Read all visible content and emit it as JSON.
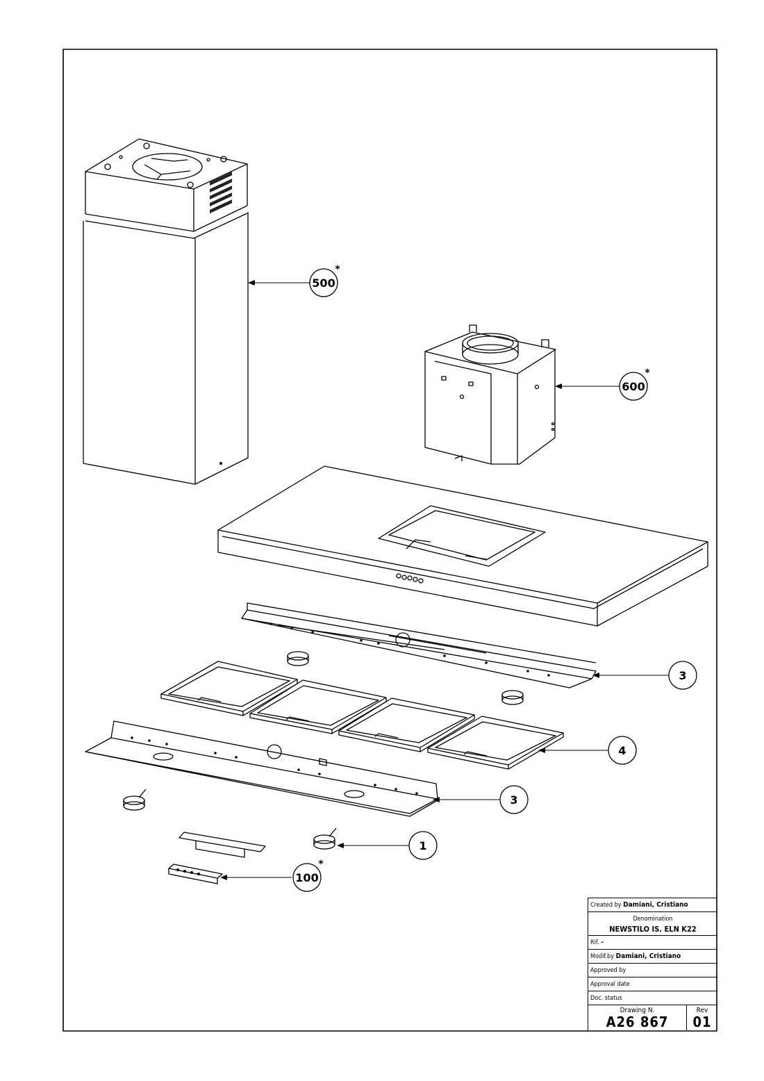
{
  "callouts": [
    {
      "id": "500",
      "label": "500",
      "asterisk": "*"
    },
    {
      "id": "600",
      "label": "600",
      "asterisk": "*"
    },
    {
      "id": "3a",
      "label": "3",
      "asterisk": ""
    },
    {
      "id": "4",
      "label": "4",
      "asterisk": ""
    },
    {
      "id": "3b",
      "label": "3",
      "asterisk": ""
    },
    {
      "id": "1",
      "label": "1",
      "asterisk": ""
    },
    {
      "id": "100",
      "label": "100",
      "asterisk": "*"
    }
  ],
  "title_block": {
    "created_by_label": "Created by",
    "created_by_value": "Damiani, Cristiano",
    "denomination_label": "Denomination",
    "denomination_value": "NEWSTILO IS. ELN K22",
    "rif_label": "Rif.",
    "rif_value": "-",
    "modif_by_label": "Modif.by",
    "modif_by_value": "Damiani, Cristiano",
    "approved_by_label": "Approved by",
    "approval_date_label": "Approval date",
    "doc_status_label": "Doc. status",
    "drawing_n_label": "Drawing N.",
    "drawing_n_value": "A26 867",
    "rev_label": "Rev",
    "rev_value": "01"
  }
}
